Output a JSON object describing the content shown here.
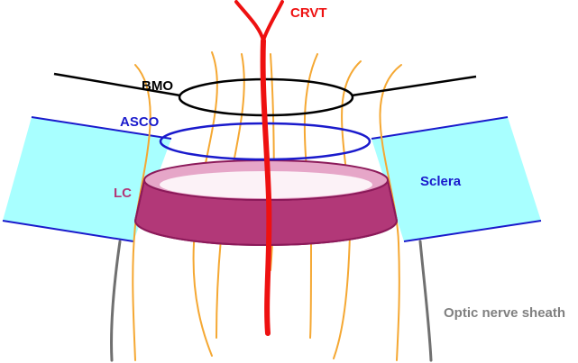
{
  "labels": {
    "crvt": "CRVT",
    "bmo": "BMO",
    "asco": "ASCO",
    "lc": "LC",
    "sclera": "Sclera",
    "sheath": "Optic nerve sheath"
  },
  "colors": {
    "crvt": "#ee1111",
    "axons": "#f5a833",
    "bmo": "#000000",
    "asco": "#1a1acc",
    "sclera_fill": "#a8ffff",
    "sclera_edge": "#1a1acc",
    "lc_fill": "#b23878",
    "lc_top": "#e6a6c8",
    "lc_edge": "#8c1a5a",
    "sheath": "#707070",
    "sheath_label": "#808080"
  }
}
